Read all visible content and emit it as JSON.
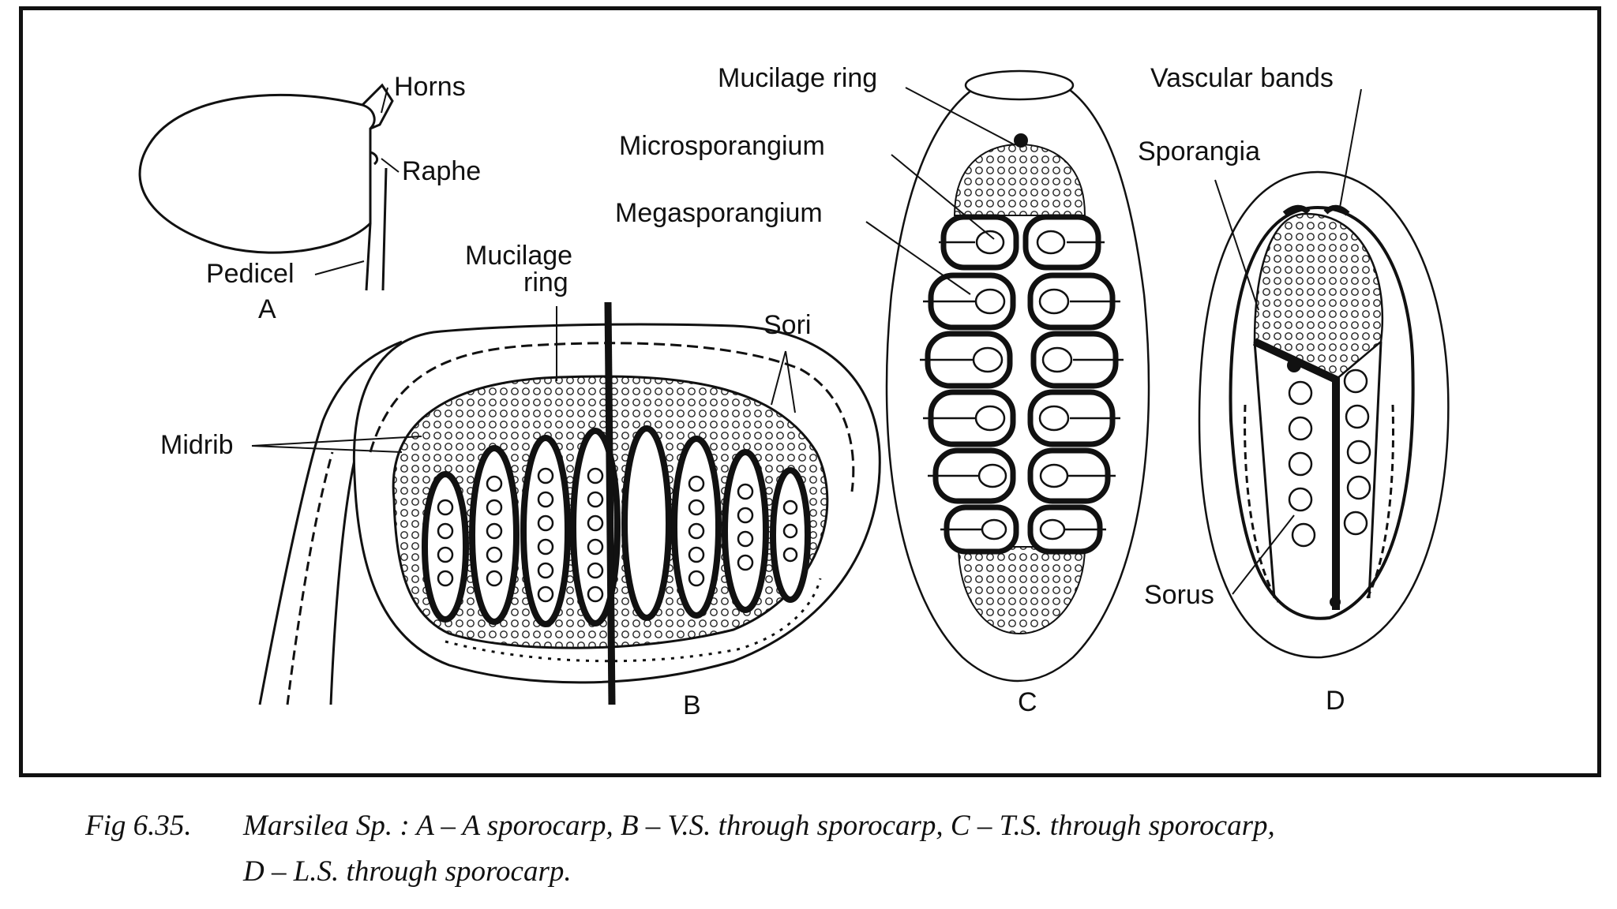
{
  "labels": {
    "horns": "Horns",
    "raphe": "Raphe",
    "pedicel": "Pedicel",
    "mucilage_ring_b_line1": "Mucilage",
    "mucilage_ring_b_line2": "ring",
    "sori": "Sori",
    "midrib": "Midrib",
    "mucilage_ring_c": "Mucilage ring",
    "microsporangium": "Microsporangium",
    "megasporangium": "Megasporangium",
    "vascular_bands": "Vascular bands",
    "sporangia": "Sporangia",
    "sorus": "Sorus"
  },
  "panels": {
    "a": "A",
    "b": "B",
    "c": "C",
    "d": "D"
  },
  "caption": {
    "fig_number": "Fig 6.35.",
    "line1": "Marsilea Sp. : A – A sporocarp, B – V.S. through sporocarp, C – T.S. through sporocarp,",
    "line2": "D – L.S. through sporocarp."
  }
}
